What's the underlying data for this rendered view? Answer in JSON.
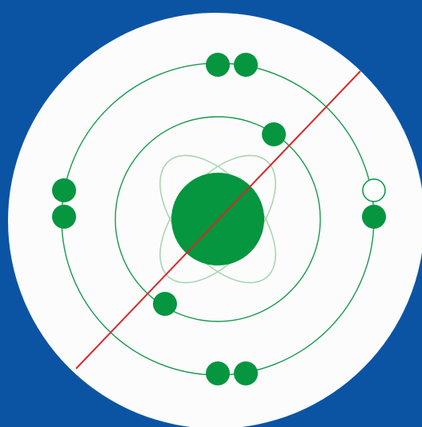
{
  "diagram": {
    "type": "bohr-model",
    "icon": "atom-icon",
    "colors": {
      "background": "#0b54a4",
      "disc": "#fcfcfd",
      "nucleus": "#05963f",
      "orbit": "#1a9a4c",
      "nucleus_orbit": "#a9d5b0",
      "electron": "#05963f",
      "electron_empty": "#ffffff",
      "slash": "#d62a2a"
    },
    "shells": [
      {
        "name": "inner-shell",
        "electrons_filled": 2,
        "electrons_empty": 0
      },
      {
        "name": "outer-shell",
        "electrons_filled": 7,
        "electrons_empty": 1
      }
    ],
    "crossed_out": true
  }
}
